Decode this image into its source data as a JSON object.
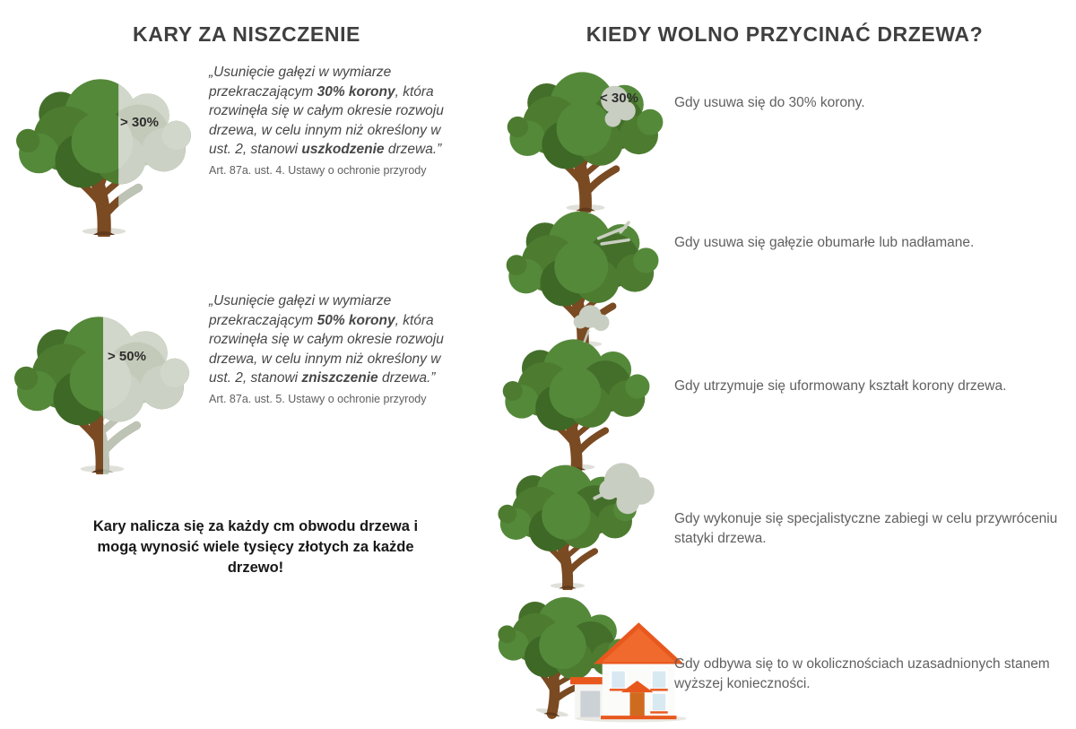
{
  "left": {
    "title": "KARY ZA NISZCZENIE",
    "items": [
      {
        "tree_label": "> 30%",
        "quote_p1": "„Usunięcie gałęzi w wymiarze przekraczającym ",
        "quote_b1": "30% korony",
        "quote_p2": ", która rozwinęła się w całym okresie rozwoju drzewa, w celu innym niż określony w ust. 2, stanowi ",
        "quote_b2": "uszkodzenie",
        "quote_p3": " drzewa.”",
        "source": "Art. 87a. ust. 4. Ustawy o ochronie przyrody"
      },
      {
        "tree_label": "> 50%",
        "quote_p1": "„Usunięcie gałęzi w wymiarze przekraczającym ",
        "quote_b1": "50% korony",
        "quote_p2": ", która rozwinęła się w całym okresie rozwoju drzewa, w celu innym niż określony w ust. 2, stanowi ",
        "quote_b2": "zniszczenie",
        "quote_p3": " drzewa.”",
        "source": "Art. 87a. ust. 5. Ustawy o ochronie przyrody"
      }
    ],
    "footer": "Kary nalicza się za każdy cm obwodu drzewa i mogą wynosić wiele tysięcy złotych za każde drzewo!"
  },
  "right": {
    "title": "KIEDY WOLNO PRZYCINAĆ DRZEWA?",
    "items": [
      {
        "tree_label": "< 30%",
        "text": "Gdy usuwa się do 30% korony."
      },
      {
        "text": "Gdy usuwa się gałęzie obumarłe lub nadłamane."
      },
      {
        "text": "Gdy utrzymuje się uformowany kształt korony drzewa."
      },
      {
        "text": "Gdy wykonuje się specjalistyczne zabiegi w celu przywróceniu statyki drzewa."
      },
      {
        "text": "Gdy odbywa się to w okolicznościach uzasadnionych stanem wyższej konieczności."
      }
    ]
  },
  "colors": {
    "crown_green_light": "#55893a",
    "crown_green_mid": "#4d7c30",
    "crown_green_dark": "#446f2a",
    "crown_grey": "#cbd1c4",
    "trunk_brown": "#7a4a22",
    "house_roof_orange": "#e8581d",
    "house_wall_white": "#fbfbfa",
    "title_text": "#3f3f3f",
    "body_text": "#606060",
    "footer_text": "#181818"
  }
}
